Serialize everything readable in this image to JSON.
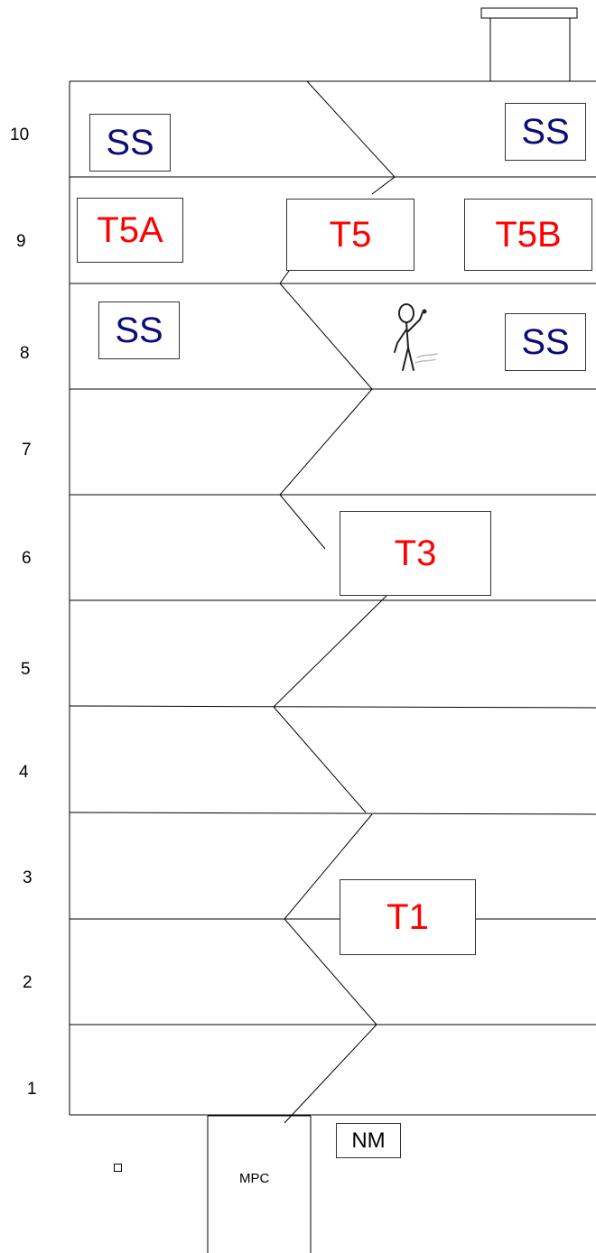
{
  "floors": [
    "10",
    "9",
    "8",
    "7",
    "6",
    "5",
    "4",
    "3",
    "2",
    "1"
  ],
  "rooms": {
    "ss_10_left": "SS",
    "ss_10_right": "SS",
    "t5a": "T5A",
    "t5": "T5",
    "t5b": "T5B",
    "ss_8_left": "SS",
    "ss_8_right": "SS",
    "t3": "T3",
    "t1": "T1"
  },
  "ground": {
    "mpc": "MPC",
    "nm": "NM"
  },
  "icons": {
    "person": "stick-figure-icon",
    "checkbox": "square-icon"
  },
  "colors": {
    "ss_text": "#0b0b7a",
    "t_text": "#ff0000",
    "lines": "#000000"
  }
}
